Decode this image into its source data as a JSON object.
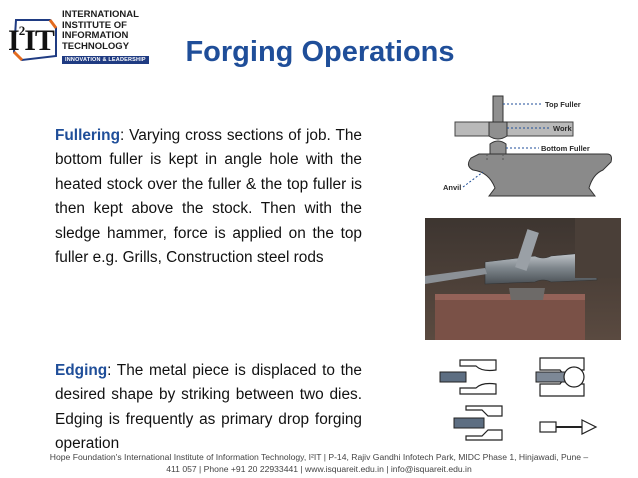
{
  "logo": {
    "mark_main": "I",
    "mark_sup": "2",
    "mark_tail": "IT",
    "line1": "INTERNATIONAL",
    "line2": "INSTITUTE OF",
    "line3": "INFORMATION",
    "line4": "TECHNOLOGY",
    "tagline": "INNOVATION & LEADERSHIP"
  },
  "title": "Forging Operations",
  "sections": [
    {
      "term": "Fullering",
      "text": ": Varying cross sections of job. The bottom fuller is kept in angle hole with the heated stock over the fuller & the top fuller is then kept above the stock. Then with the sledge hammer, force is applied on the top fuller e.g. Grills, Construction steel rods"
    },
    {
      "term": "Edging",
      "text": ": The metal piece is displaced to the desired shape by striking between two dies. Edging is frequently as primary drop forging operation"
    }
  ],
  "figure_labels": {
    "top_fuller": "Top Fuller",
    "work": "Work",
    "bottom_fuller": "Bottom Fuller",
    "anvil": "Anvil"
  },
  "footer": {
    "line1": "Hope Foundation's International Institute of Information Technology, I²IT | P-14, Rajiv Gandhi Infotech Park, MIDC Phase 1, Hinjawadi, Pune –",
    "line2": "411 057 | Phone +91 20 22933441 | www.isquareit.edu.in | info@isquareit.edu.in"
  },
  "colors": {
    "title": "#1f4e99",
    "term": "#1f4e99",
    "logo_band": "#1f3b82"
  }
}
